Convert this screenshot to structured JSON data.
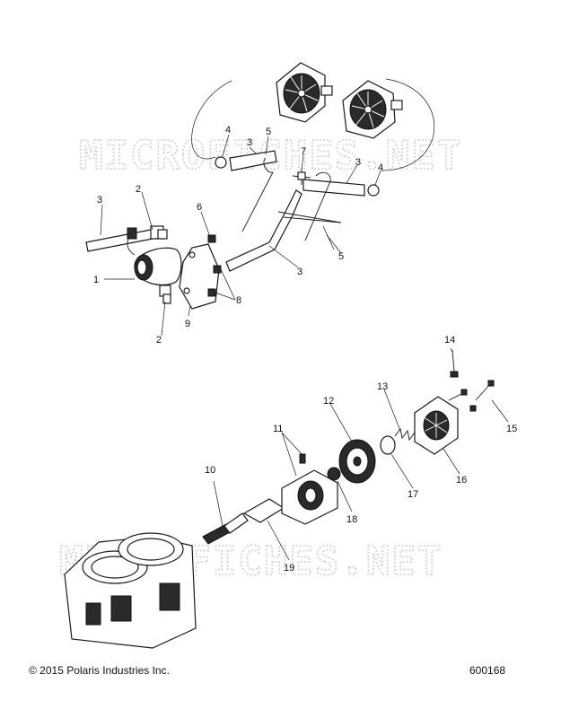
{
  "footer": {
    "copyright": "© 2015 Polaris Industries Inc.",
    "document_number": "600168"
  },
  "watermark": {
    "text": "MICROFICHES.NET"
  },
  "callouts": [
    "1",
    "2",
    "2",
    "3",
    "3",
    "3",
    "3",
    "4",
    "4",
    "5",
    "5",
    "6",
    "7",
    "8",
    "9",
    "10",
    "11",
    "12",
    "13",
    "14",
    "15",
    "16",
    "17",
    "18",
    "19"
  ]
}
